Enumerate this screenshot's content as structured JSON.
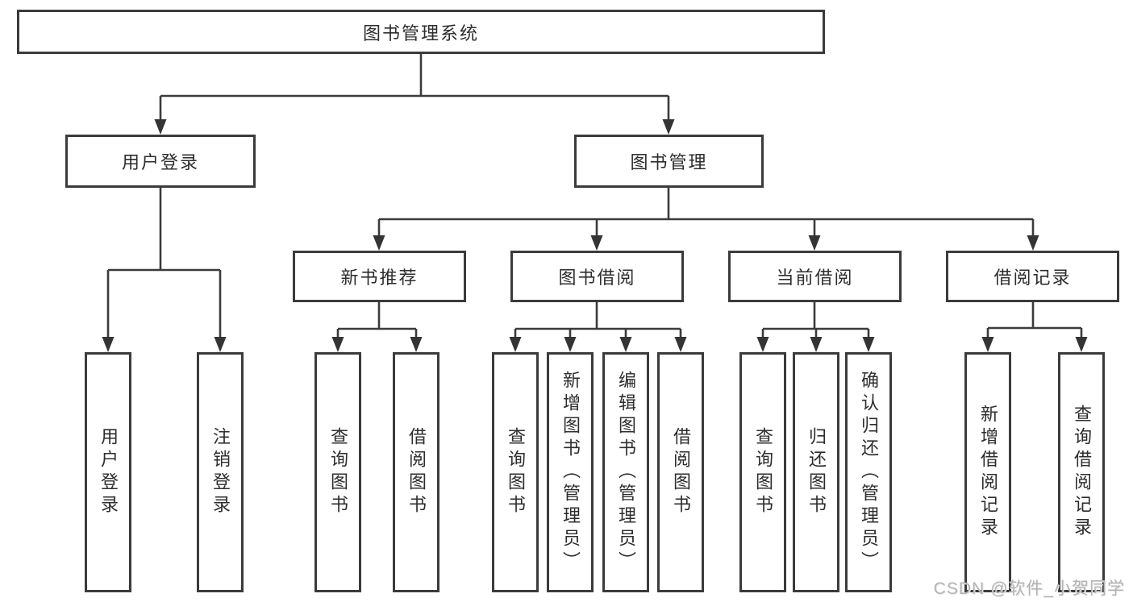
{
  "diagram_type": "hierarchical-tree",
  "watermark": "CSDN @软件_小贺同学",
  "colors": {
    "line": "#3b3b3b",
    "box_border": "#3b3b3b",
    "text": "#2d2d2d",
    "watermark_text": "#b3b4b6",
    "background": "#ffffff"
  },
  "tree": {
    "root": {
      "label": "图书管理系统"
    },
    "branches": [
      {
        "label": "用户登录",
        "children": [
          {
            "label": "用户登录"
          },
          {
            "label": "注销登录"
          }
        ]
      },
      {
        "label": "图书管理",
        "children": [
          {
            "label": "新书推荐",
            "children": [
              {
                "label": "查询图书"
              },
              {
                "label": "借阅图书"
              }
            ]
          },
          {
            "label": "图书借阅",
            "children": [
              {
                "label": "查询图书"
              },
              {
                "label": "新增图书（管理员）"
              },
              {
                "label": "编辑图书（管理员）"
              },
              {
                "label": "借阅图书"
              }
            ]
          },
          {
            "label": "当前借阅",
            "children": [
              {
                "label": "查询图书"
              },
              {
                "label": "归还图书"
              },
              {
                "label": "确认归还（管理员）"
              }
            ]
          },
          {
            "label": "借阅记录",
            "children": [
              {
                "label": "新增借阅记录"
              },
              {
                "label": "查询借阅记录"
              }
            ]
          }
        ]
      }
    ]
  }
}
